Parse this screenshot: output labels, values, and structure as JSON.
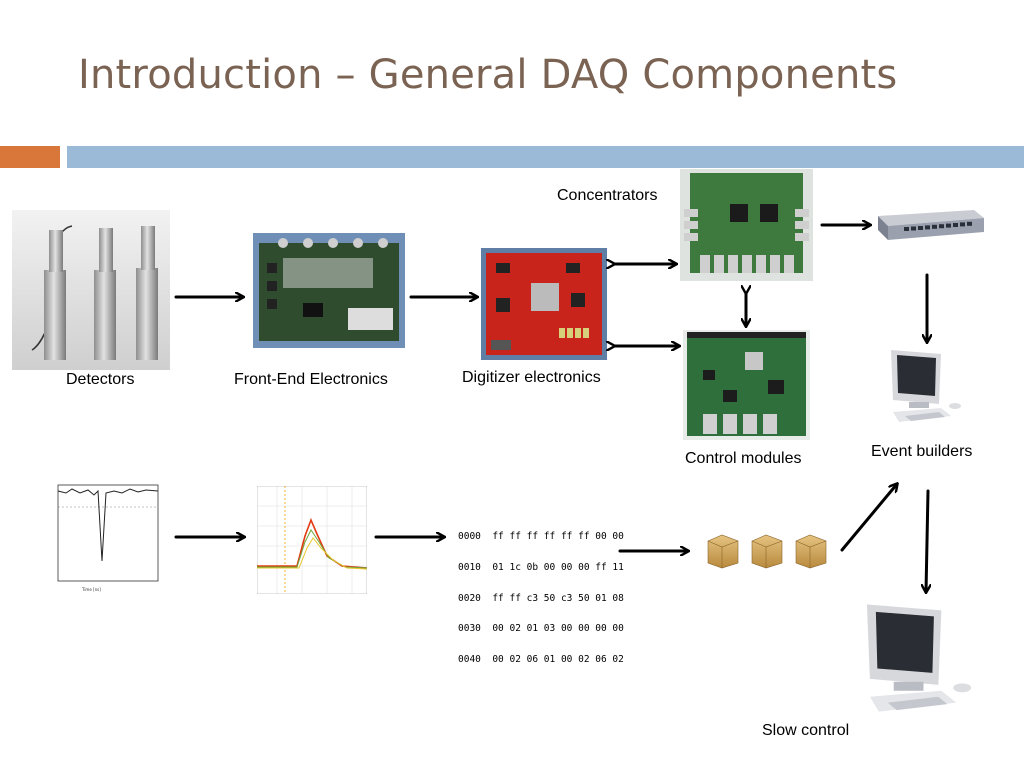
{
  "slide": {
    "title": "Introduction – General DAQ Components"
  },
  "labels": {
    "detectors": "Detectors",
    "front_end": "Front-End Electronics",
    "digitizer": "Digitizer electronics",
    "concentrators": "Concentrators",
    "control_modules": "Control modules",
    "event_builders": "Event builders",
    "slow_control": "Slow control"
  },
  "hexdump": {
    "rows": [
      "0000  ff ff ff ff ff ff 00 00",
      "0010  01 1c 0b 00 00 00 ff 11",
      "0020  ff ff c3 50 c3 50 01 08",
      "0030  00 02 01 03 00 00 00 00",
      "0040  00 02 06 01 00 02 06 02"
    ]
  },
  "colors": {
    "title": "#7b6353",
    "accent_orange": "#d9773a",
    "accent_blue": "#9bbad7"
  }
}
